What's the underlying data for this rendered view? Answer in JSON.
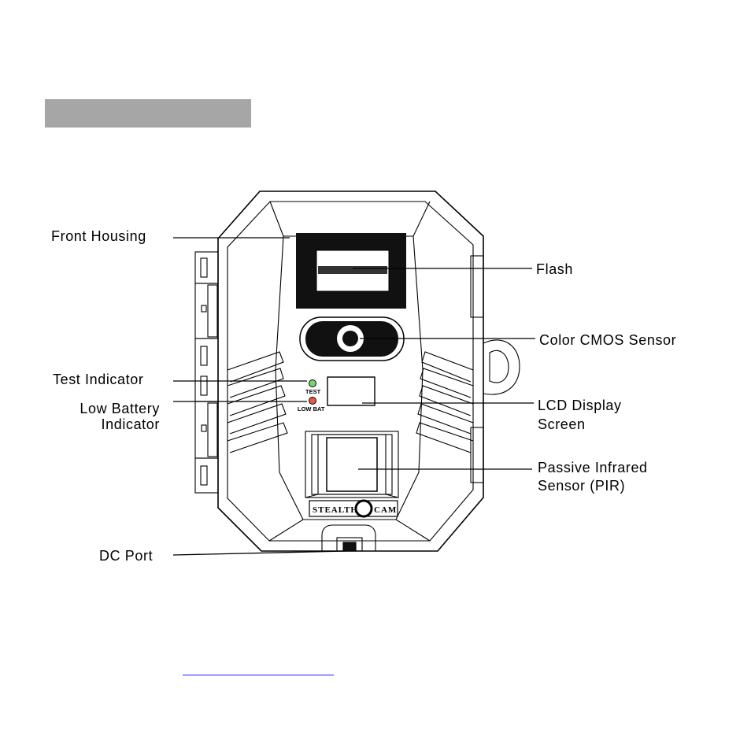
{
  "labels": {
    "front_housing": "Front Housing",
    "flash": "Flash",
    "color_cmos_sensor": "Color CMOS Sensor",
    "test_indicator": "Test Indicator",
    "lcd_display_line1": "LCD Display",
    "lcd_display_line2": "Screen",
    "low_battery_line1": "Low Battery",
    "low_battery_line2": "Indicator",
    "pir_line1": "Passive Infrared",
    "pir_line2": "Sensor (PIR)",
    "dc_port": "DC Port"
  },
  "device": {
    "test_led_text": "TEST",
    "low_bat_led_text": "LOW BAT",
    "brand_left": "STEALTH",
    "brand_right": "CAM"
  },
  "colors": {
    "section_bar": "#a6a6a6",
    "test_led": "#7bd36b",
    "low_bat_led": "#e05a4a",
    "link": "#1a1aff"
  }
}
